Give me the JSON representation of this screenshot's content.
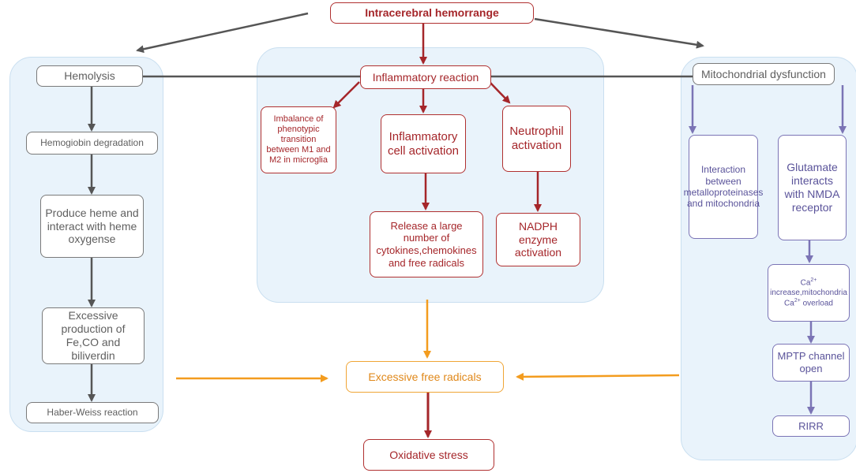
{
  "colors": {
    "gray_arrow": "#555555",
    "red_arrow": "#a5262a",
    "purple_arrow": "#7b74b5",
    "orange_arrow": "#f39c1e",
    "panel_fill": "#e9f3fb"
  },
  "top": {
    "title": "Intracerebral hemorrange"
  },
  "left": {
    "hemolysis": "Hemolysis",
    "degradation": "Hemogiobin degradation",
    "heme": "Produce heme and interact with heme oxygense",
    "excessive": "Excessive production of Fe,CO and biliverdin",
    "haber": "Haber-Weiss reaction"
  },
  "center": {
    "inflammatory": "Inflammatory reaction",
    "imbalance": "Imbalance of phenotypic transition between M1 and M2 in microglia",
    "cell_activation": "Inflammatory cell activation",
    "neutrophil": "Neutrophil activation",
    "release": "Release a large number of cytokines,chemokines and free radicals",
    "nadph": "NADPH enzyme activation"
  },
  "right": {
    "mito": "Mitochondrial dysfunction",
    "interaction": "Interaction between metalloproteinases and mitochondria",
    "glutamate": "Glutamate interacts with NMDA receptor",
    "ca_1": "Ca",
    "ca_sup1": "2+",
    "ca_2": "increase,mitochondria",
    "ca_3": "Ca",
    "ca_sup2": "2+",
    "ca_4": " overload",
    "mptp": "MPTP channel open",
    "rirr": "RIRR"
  },
  "bottom": {
    "free_radicals": "Excessive free radicals",
    "oxidative": "Oxidative stress"
  }
}
